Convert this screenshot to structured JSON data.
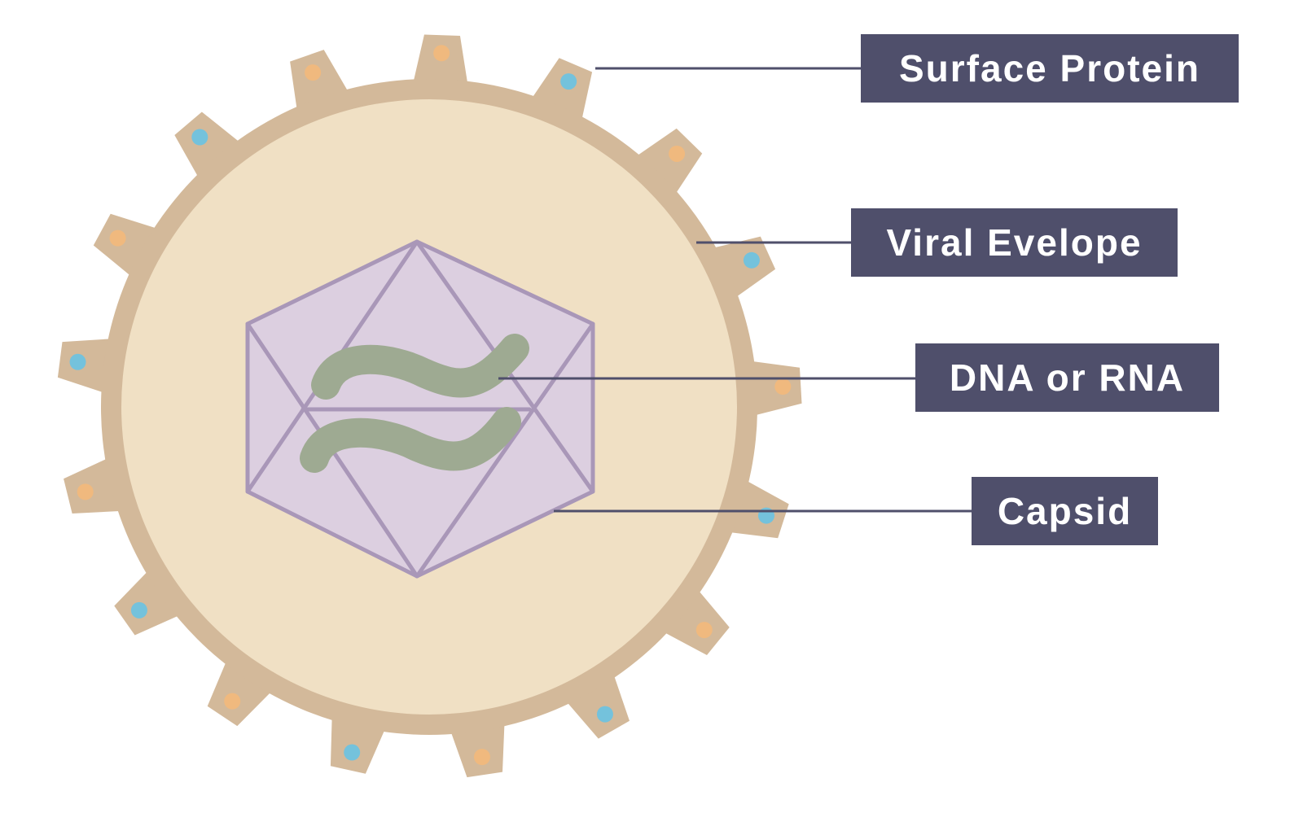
{
  "diagram": {
    "labels": {
      "surface_protein": "Surface Protein",
      "viral_envelope": "Viral Evelope",
      "genome": "DNA or RNA",
      "capsid": "Capsid"
    },
    "colors": {
      "envelope": "#d3b99a",
      "interior": "#f0e0c4",
      "capsid_fill": "#dccfe0",
      "capsid_stroke": "#a997b8",
      "genome": "#9eaa92",
      "label_bg": "#4f4f6b",
      "label_text": "#ffffff",
      "leader_line": "#4f4f6b",
      "protein_blue": "#74c2dc",
      "protein_orange": "#f0b97e"
    }
  }
}
